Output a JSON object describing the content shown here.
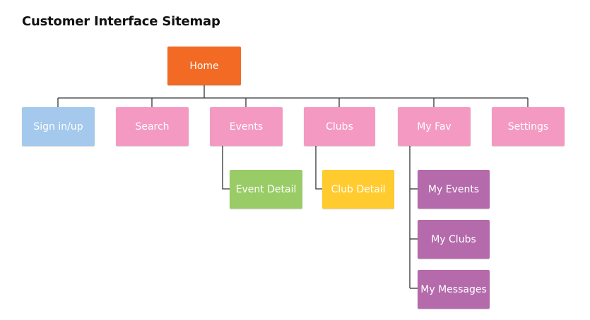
{
  "title": "Customer Interface Sitemap",
  "colors": {
    "home": "#f26a24",
    "account": "#a4c9ec",
    "main": "#f49ac2",
    "event_detail": "#99cc66",
    "club_detail": "#ffcb2f",
    "favorites": "#b56aab",
    "connector": "#333333"
  },
  "nodes": {
    "home": "Home",
    "sign_in_up": "Sign in/up",
    "search": "Search",
    "events": "Events",
    "clubs": "Clubs",
    "my_fav": "My Fav",
    "settings": "Settings",
    "event_detail": "Event Detail",
    "club_detail": "Club Detail",
    "my_events": "My Events",
    "my_clubs": "My Clubs",
    "my_messages": "My Messages"
  }
}
